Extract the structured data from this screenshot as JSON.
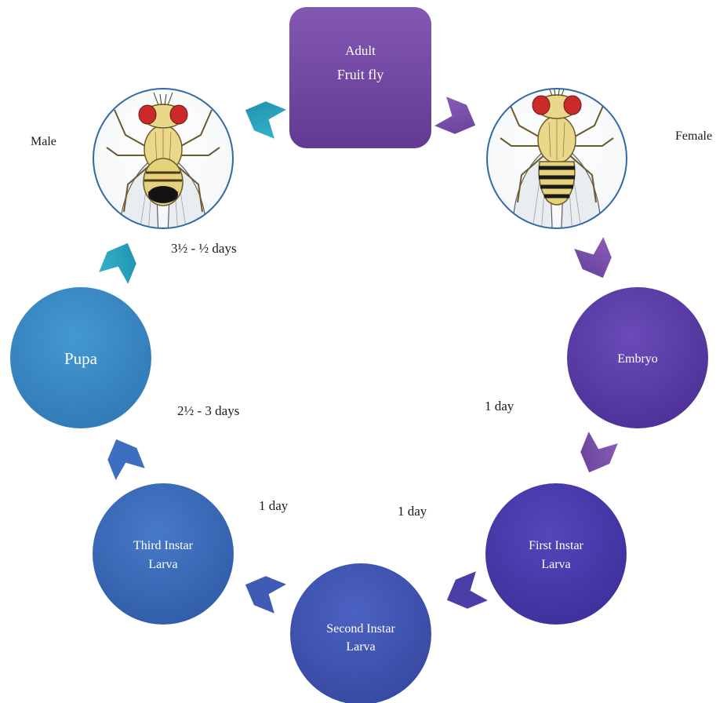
{
  "diagram": {
    "top_node": {
      "line1": "Adult",
      "line2": "Fruit fly"
    },
    "images": {
      "male_label": "Male",
      "female_label": "Female"
    },
    "stages": {
      "embryo": "Embryo",
      "first_instar_line1": "First Instar",
      "first_instar_line2": "Larva",
      "second_instar_line1": "Second Instar",
      "second_instar_line2": "Larva",
      "third_instar_line1": "Third Instar",
      "third_instar_line2": "Larva",
      "pupa": "Pupa"
    },
    "durations": {
      "embryo_to_first": "1 day",
      "first_to_second": "1 day",
      "second_to_third": "1 day",
      "third_to_pupa": "2½ - 3 days",
      "pupa_to_adult": "3½ - ½ days"
    },
    "colors": {
      "adult_top": "#7e55ad",
      "adult_bottom": "#6a3f98",
      "embryo": "#5d3fa8",
      "first_instar": "#4a3dab",
      "second_instar": "#4456b5",
      "third_instar": "#3d6bbd",
      "pupa": "#3b8cc8",
      "arrow_cyan": "#2aa3bd",
      "arrow_purple": "#7a4fa8",
      "fly_circle_border": "#2f6aa8"
    }
  }
}
